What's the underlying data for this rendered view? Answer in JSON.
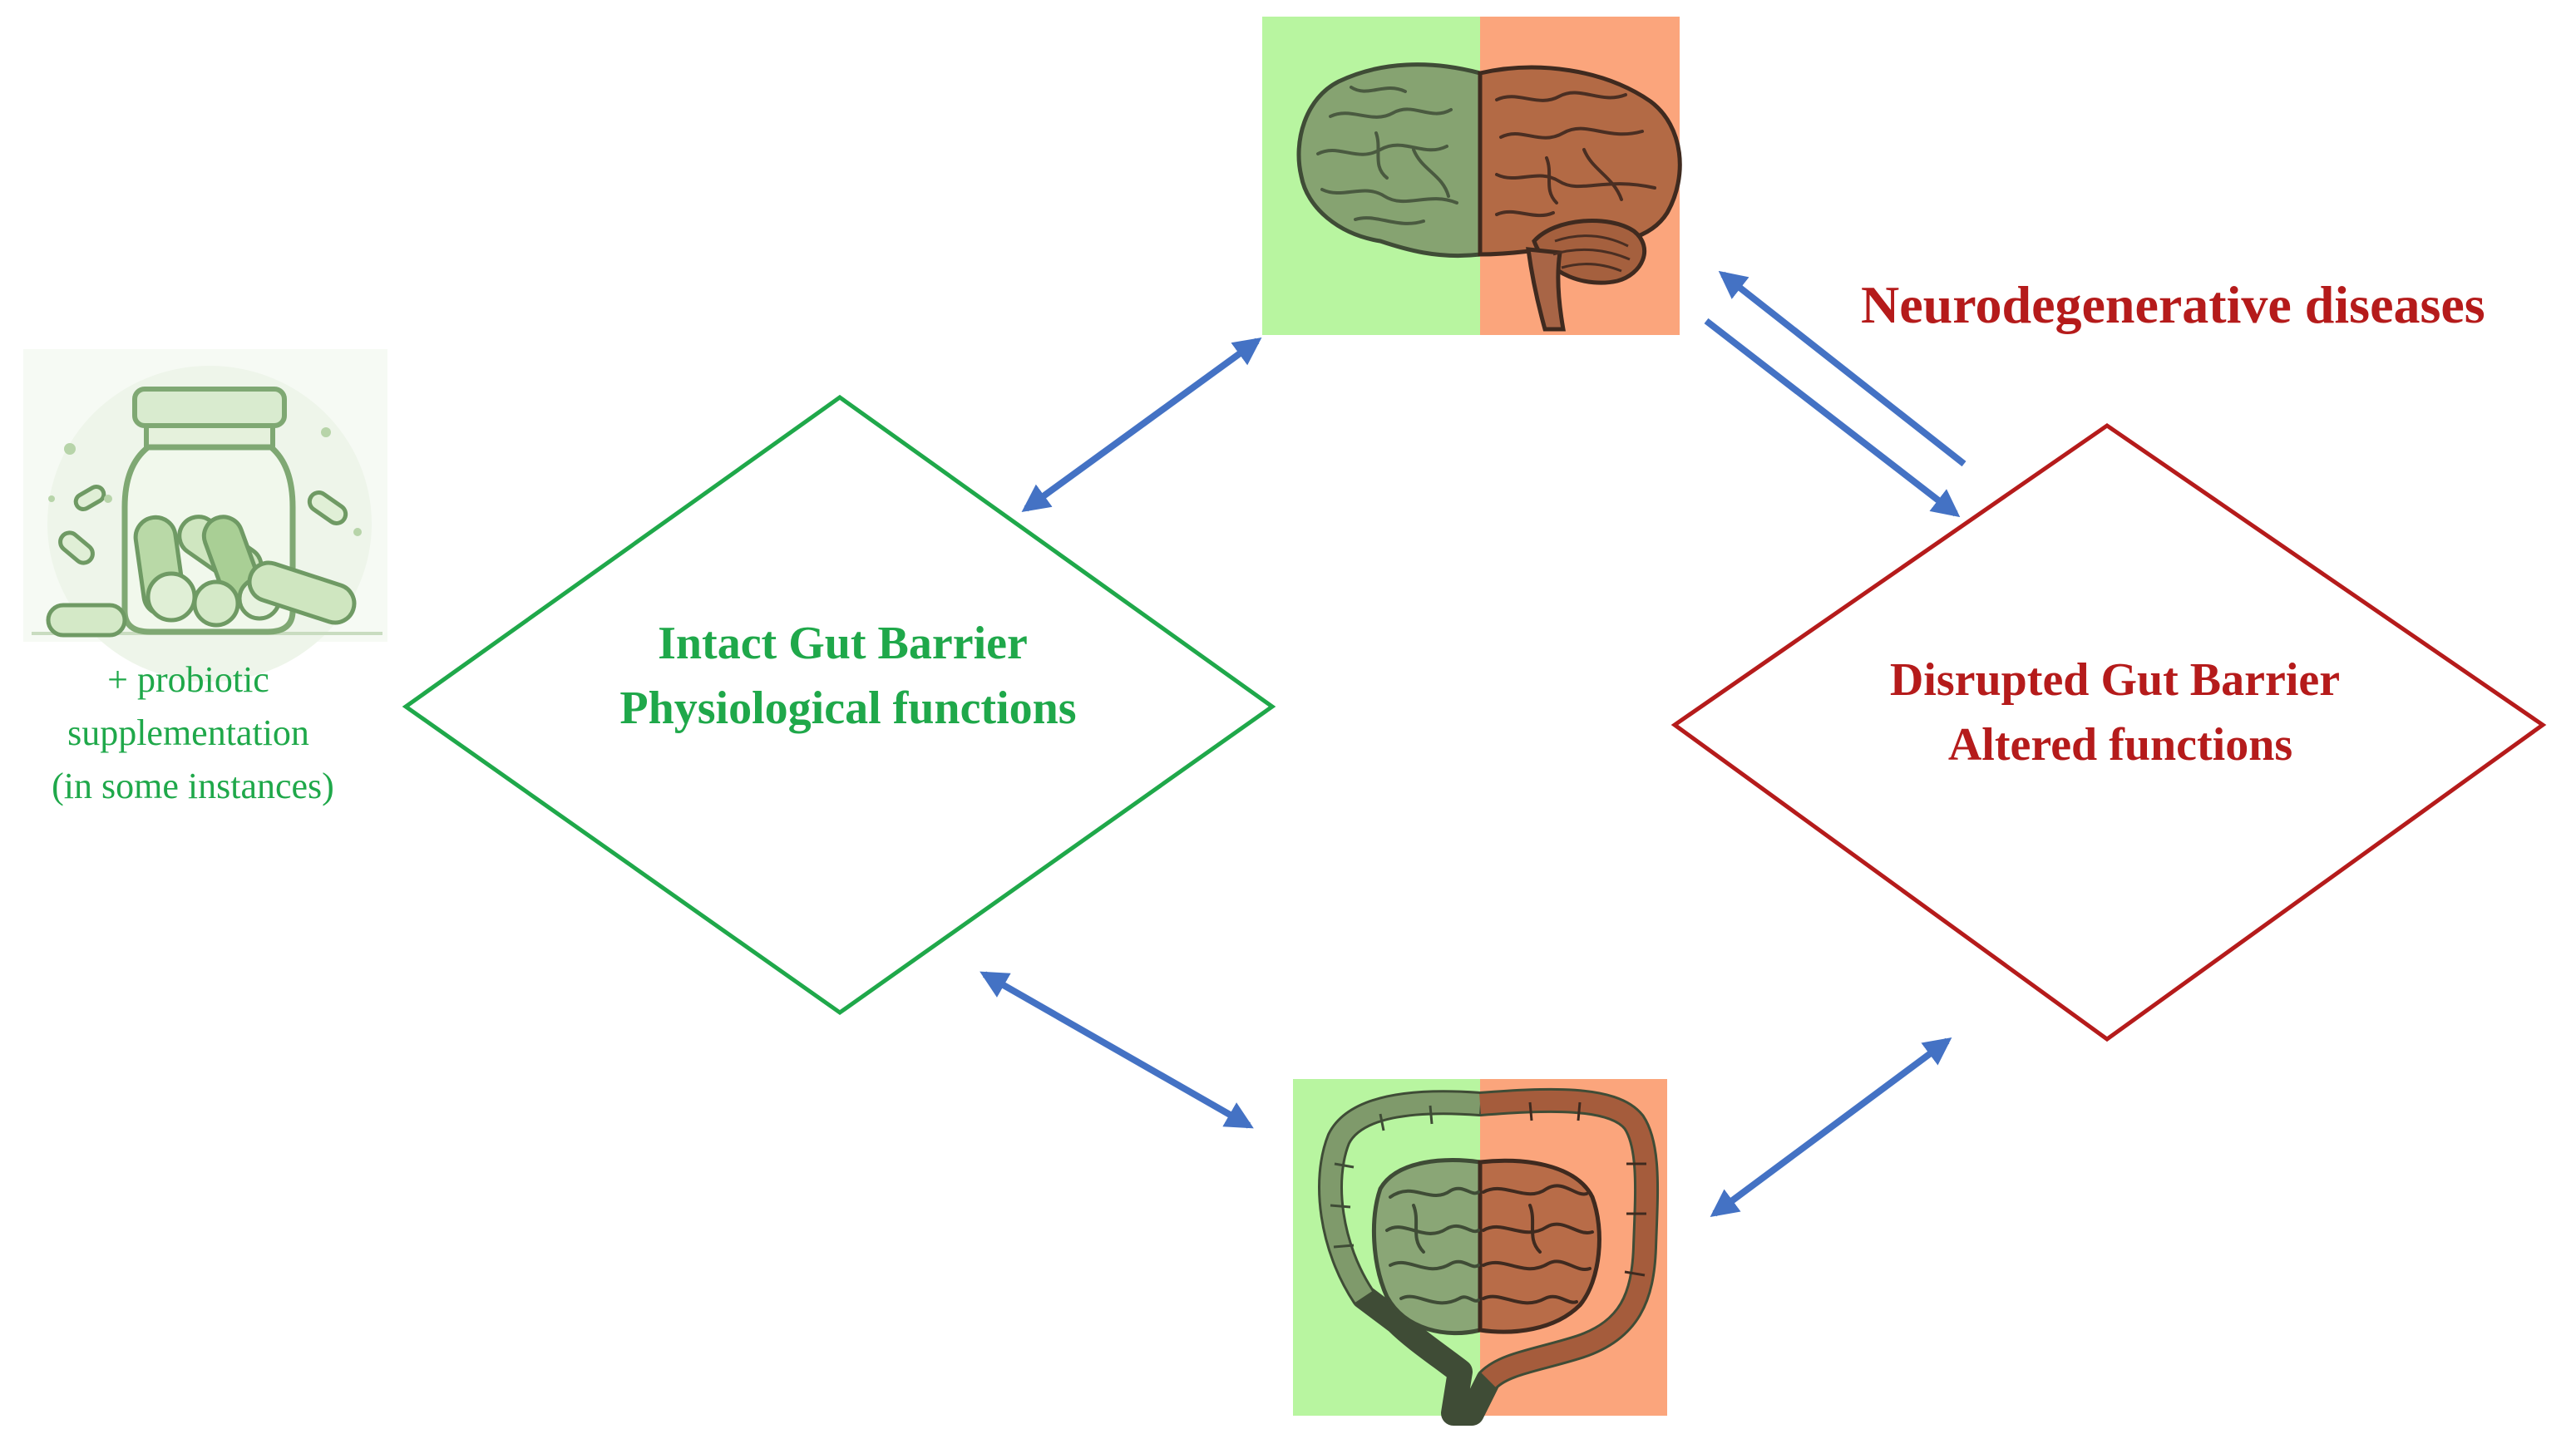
{
  "probiotic": {
    "lines": [
      "+ probiotic",
      "supplementation",
      "(in some instances)"
    ],
    "icon": "probiotic-jar-icon"
  },
  "intact": {
    "line1": "Intact Gut Barrier",
    "line2": "Physiological functions"
  },
  "disrupted": {
    "line1": "Disrupted  Gut Barrier",
    "line2": "Altered functions"
  },
  "neuro_label": "Neurodegenerative diseases",
  "icons": {
    "brain": "brain-icon",
    "gut": "intestine-icon"
  },
  "colors": {
    "healthy_green": "#1fa84a",
    "disease_red": "#b51b1b",
    "arrow_blue": "#4472c4",
    "panel_green": "#b8f5a0",
    "panel_orange": "#fba57c"
  }
}
